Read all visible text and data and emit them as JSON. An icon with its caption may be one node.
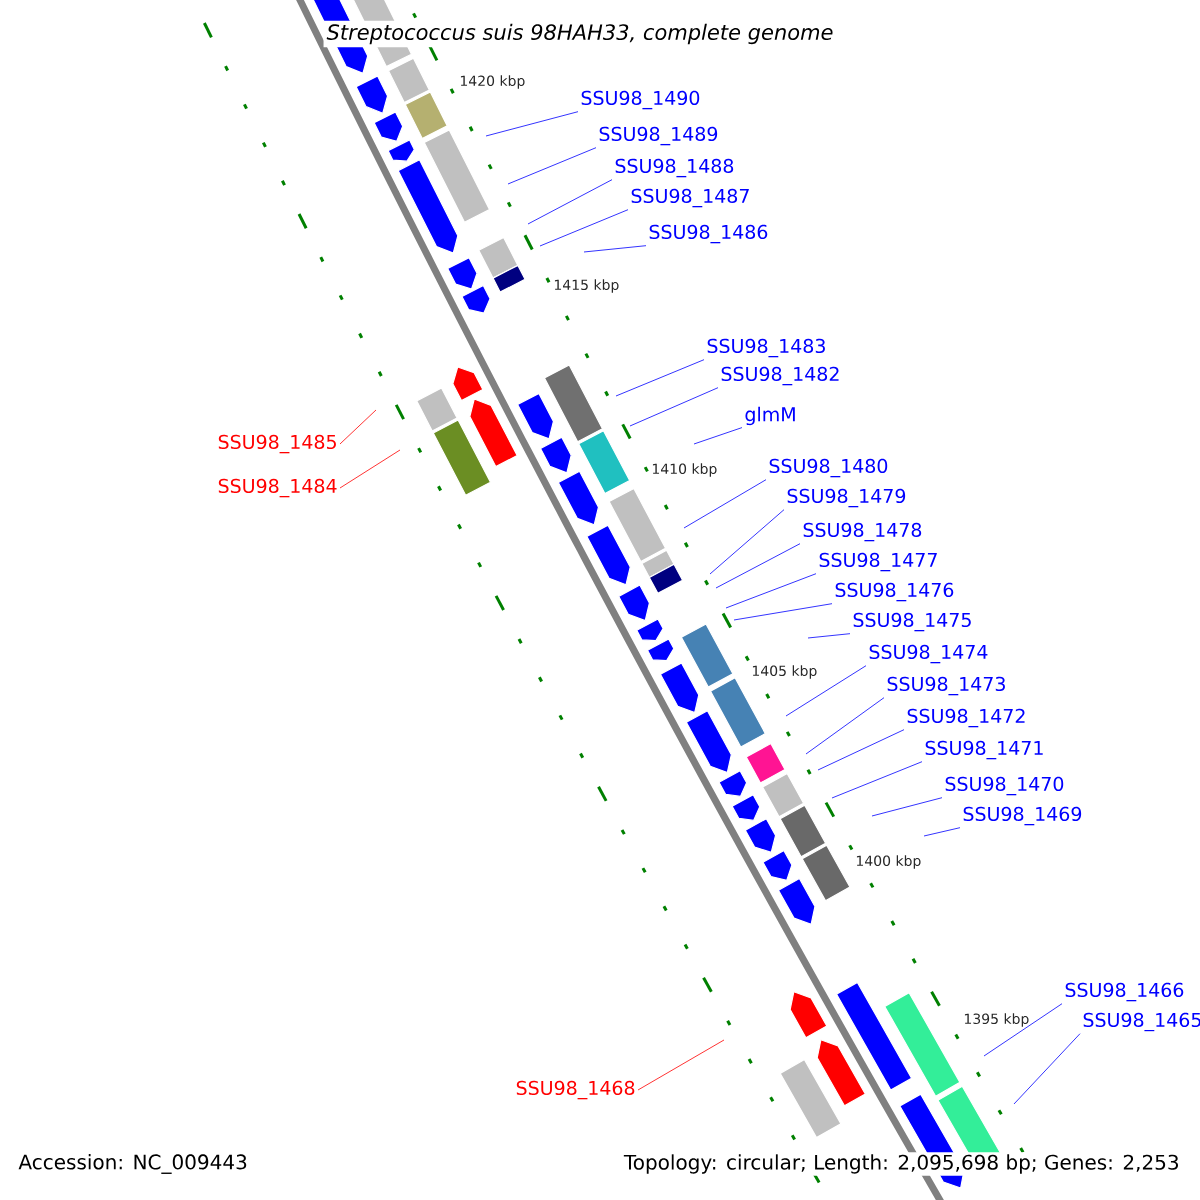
{
  "diagram": {
    "title": "Streptococcus suis 98HAH33, complete genome",
    "nodes": [
      {
        "text": [
          "SSU98_1490"
        ]
      },
      {
        "text": [
          "SSU98_1489"
        ]
      },
      {
        "text": [
          "SSU98_1488"
        ]
      },
      {
        "text": [
          "SSU98_1487"
        ]
      },
      {
        "text": [
          "SSU98_1486"
        ]
      },
      {
        "text": [
          "SSU98_1483"
        ]
      },
      {
        "text": [
          "SSU98_1482"
        ]
      },
      {
        "text": [
          "glmM"
        ]
      },
      {
        "text": [
          "SSU98_1485"
        ]
      },
      {
        "text": [
          "SSU98_1480"
        ]
      },
      {
        "text": [
          "SSU98_1484"
        ]
      },
      {
        "text": [
          "SSU98_1479"
        ]
      },
      {
        "text": [
          "SSU98_1478"
        ]
      },
      {
        "text": [
          "SSU98_1477"
        ]
      },
      {
        "text": [
          "SSU98_1476"
        ]
      },
      {
        "text": [
          "SSU98_1475"
        ]
      },
      {
        "text": [
          "SSU98_1474"
        ]
      },
      {
        "text": [
          "SSU98_1473"
        ]
      },
      {
        "text": [
          "SSU98_1472"
        ]
      },
      {
        "text": [
          "SSU98_1471"
        ]
      },
      {
        "text": [
          "SSU98_1470"
        ]
      },
      {
        "text": [
          "SSU98_1469"
        ]
      },
      {
        "text": [
          "SSU98_1466"
        ]
      },
      {
        "text": [
          "SSU98_1465"
        ]
      },
      {
        "text": [
          "SSU98_1468"
        ]
      }
    ],
    "edges": [
      {
        "from": 0,
        "to": null,
        "arrow": "none"
      },
      {
        "from": 1,
        "to": null,
        "arrow": "none"
      },
      {
        "from": 2,
        "to": null,
        "arrow": "none"
      },
      {
        "from": 3,
        "to": null,
        "arrow": "none"
      },
      {
        "from": 4,
        "to": null,
        "arrow": "none"
      },
      {
        "from": 5,
        "to": null,
        "arrow": "none"
      },
      {
        "from": 6,
        "to": null,
        "arrow": "none"
      },
      {
        "from": 7,
        "to": null,
        "arrow": "none"
      },
      {
        "from": 8,
        "to": null,
        "arrow": "none",
        "color": "#ff0000"
      },
      {
        "from": 9,
        "to": null,
        "arrow": "none"
      },
      {
        "from": 10,
        "to": null,
        "arrow": "none",
        "color": "#ff0000"
      },
      {
        "from": 11,
        "to": null,
        "arrow": "none"
      },
      {
        "from": 12,
        "to": null,
        "arrow": "none"
      },
      {
        "from": 13,
        "to": null,
        "arrow": "none"
      },
      {
        "from": 14,
        "to": null,
        "arrow": "none"
      },
      {
        "from": 15,
        "to": null,
        "arrow": "none"
      },
      {
        "from": 16,
        "to": null,
        "arrow": "none"
      },
      {
        "from": 17,
        "to": null,
        "arrow": "none"
      },
      {
        "from": 18,
        "to": null,
        "arrow": "none"
      },
      {
        "from": 19,
        "to": null,
        "arrow": "none"
      },
      {
        "from": 20,
        "to": null,
        "arrow": "none"
      },
      {
        "from": 21,
        "to": null,
        "arrow": "none"
      },
      {
        "from": 22,
        "to": null,
        "arrow": "none"
      },
      {
        "from": 23,
        "to": null,
        "arrow": "none"
      },
      {
        "from": 24,
        "to": null,
        "arrow": "none",
        "color": "#ff0000"
      }
    ],
    "labels": [
      "1420 kbp",
      "1415 kbp",
      "1410 kbp",
      "1405 kbp",
      "1400 kbp",
      "1395 kbp",
      "Accession: NC_009443",
      "Topology: circular; Length: 2,095,698 bp; Genes: 2,253"
    ]
  }
}
